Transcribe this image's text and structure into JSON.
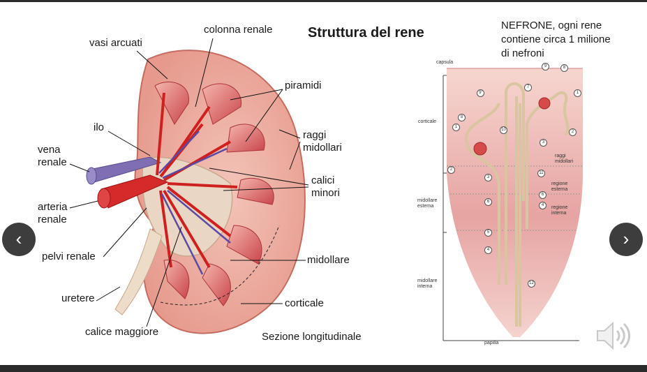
{
  "slide": {
    "title": "Struttura del rene",
    "nephron_title_lines": [
      "NEFRONE, ogni rene",
      "contiene circa 1 milione",
      "di nefroni"
    ],
    "kidney_labels": {
      "colonna_renale": "colonna renale",
      "vasi_arcuati": "vasi arcuati",
      "piramidi": "piramidi",
      "ilo": "ilo",
      "raggi_midollari": [
        "raggi",
        "midollari"
      ],
      "vena_renale": [
        "vena",
        "renale"
      ],
      "calici_minori": [
        "calici",
        "minori"
      ],
      "arteria_renale": [
        "arteria",
        "renale"
      ],
      "pelvi_renale": "pelvi renale",
      "midollare": "midollare",
      "uretere": "uretere",
      "corticale": "corticale",
      "calice_maggiore": "calice maggiore",
      "sezione": "Sezione longitudinale"
    },
    "nephron_labels": {
      "capsula": "capsula",
      "corticale": "corticale",
      "raggi_midollari": [
        "raggi",
        "midollari"
      ],
      "regione_esterna": [
        "regione",
        "esterna"
      ],
      "midollare_esterna": [
        "midollare",
        "esterna"
      ],
      "regione_interna": [
        "regione",
        "interna"
      ],
      "midollare_interna": [
        "midollare",
        "interna"
      ],
      "papilla": "papilla"
    },
    "nephron_numbers": [
      "9",
      "8",
      "9'",
      "7",
      "1",
      "8",
      "1",
      "10",
      "3",
      "2",
      "2",
      "3",
      "11",
      "6",
      "4",
      "6",
      "5",
      "4",
      "12"
    ]
  },
  "navigation": {
    "prev_symbol": "‹",
    "next_symbol": "›",
    "audio_icon": "speaker-icon"
  }
}
